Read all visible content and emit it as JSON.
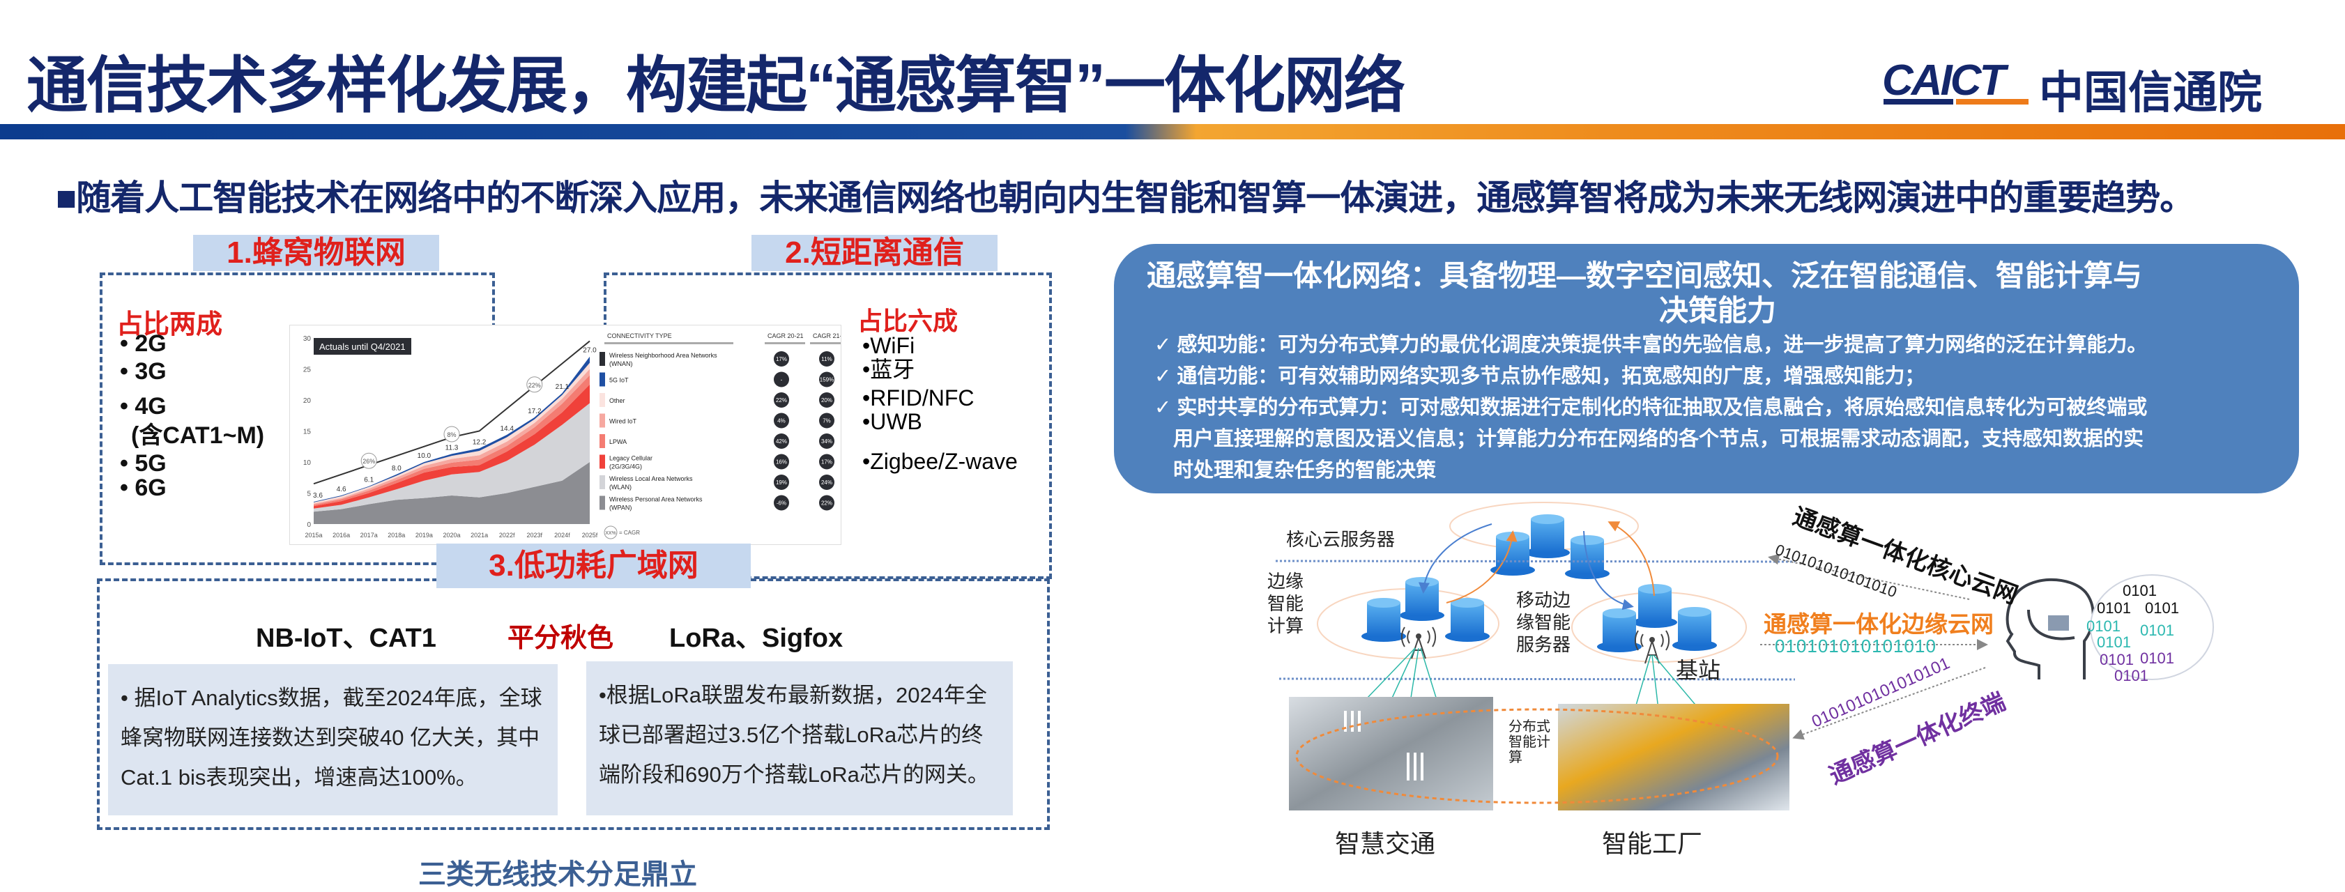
{
  "header": {
    "title": "通信技术多样化发展，构建起“通感算智”一体化网络",
    "logo_en": "CAICT",
    "logo_cn": "中国信通院",
    "lead": "■随着人工智能技术在网络中的不断深入应用，未来通信网络也朝向内生智能和智算一体演进，通感算智将成为未来无线网演进中的重要趋势。"
  },
  "left": {
    "cellular": {
      "tag": "1.蜂窝物联网",
      "share": "占比两成",
      "items": [
        "•   2G",
        "•    3G",
        "•    4G",
        "(含CAT1~M)",
        "•    5G",
        "• 6G"
      ]
    },
    "short_range": {
      "tag": "2.短距离通信",
      "share": "占比六成",
      "items": [
        "•WiFi",
        "•蓝牙",
        "•RFID/NFC",
        "•UWB",
        "•Zigbee/Z-wave"
      ]
    },
    "lpwan": {
      "tag": "3.低功耗广域网",
      "tech_left": "NB-IoT、CAT1",
      "tech_mid": "平分秋色",
      "tech_right": "LoRa、Sigfox",
      "note_left": "• 据IoT Analytics数据，截至2024年底，全球蜂窝物联网连接数达到突破40 亿大关，其中Cat.1 bis表现突出，增速高达100%。",
      "note_right": "•根据LoRa联盟发布最新数据，2024年全球已部署超过3.5亿个搭载LoRa芯片的终端阶段和690万个搭载LoRa芯片的网关。"
    },
    "footer": "三类无线技术分足鼎立"
  },
  "chart_data": {
    "type": "area",
    "stacked": true,
    "badge": "Actuals until Q4/2021",
    "categories": [
      "2015a",
      "2016a",
      "2017a",
      "2018a",
      "2019a",
      "2020a",
      "2021a",
      "2022f",
      "2023f",
      "2024f",
      "2025f"
    ],
    "totals": [
      3.6,
      4.6,
      6.1,
      8.0,
      10.0,
      11.3,
      12.2,
      14.4,
      17.2,
      21.1,
      27.0
    ],
    "total_labels": [
      "3.6",
      "4.6",
      "6.1",
      "8.0",
      "10.0",
      "11.3",
      "12.2",
      "14.4",
      "17.2",
      "21.1",
      "27.0"
    ],
    "cagr_markers": [
      "26%",
      "8%",
      "22%"
    ],
    "ylim": [
      0,
      30
    ],
    "yticks": [
      "0",
      "5",
      "10",
      "15",
      "20",
      "25",
      "30"
    ],
    "series": [
      {
        "name": "Wireless Personal Area Networks (WPAN)",
        "color": "#8c8d92",
        "values": [
          2.0,
          2.4,
          3.2,
          3.9,
          4.2,
          4.6,
          4.3,
          5.0,
          6.0,
          7.0,
          10.0
        ]
      },
      {
        "name": "Wireless Local Area Networks (WLAN)",
        "color": "#d3d4d8",
        "values": [
          0.5,
          0.7,
          1.1,
          1.7,
          2.8,
          3.4,
          4.1,
          5.2,
          6.8,
          9.0,
          9.5
        ]
      },
      {
        "name": "Legacy Cellular (2G/3G/4G)",
        "color": "#f0413a",
        "values": [
          0.4,
          0.6,
          0.7,
          1.0,
          1.3,
          1.2,
          1.1,
          1.5,
          1.7,
          2.0,
          3.0
        ]
      },
      {
        "name": "LPWA",
        "color": "#f47c72",
        "values": [
          0.2,
          0.3,
          0.4,
          0.5,
          0.6,
          0.7,
          0.9,
          0.9,
          1.1,
          1.4,
          1.5
        ]
      },
      {
        "name": "Wired IoT",
        "color": "#f6a8a0",
        "values": [
          0.2,
          0.2,
          0.3,
          0.4,
          0.5,
          0.6,
          0.7,
          0.7,
          0.7,
          0.8,
          1.0
        ]
      },
      {
        "name": "Other",
        "color": "#fbdcd6",
        "values": [
          0.2,
          0.3,
          0.3,
          0.3,
          0.4,
          0.5,
          0.7,
          0.7,
          0.6,
          0.6,
          1.0
        ]
      },
      {
        "name": "5G IoT",
        "color": "#1f4fa3",
        "values": [
          0.1,
          0.1,
          0.1,
          0.2,
          0.2,
          0.3,
          0.4,
          0.4,
          0.3,
          0.3,
          1.0
        ]
      }
    ],
    "table": {
      "headers": [
        "CONNECTIVITY TYPE",
        "CAGR 20-21",
        "CAGR 21-25"
      ],
      "rows": [
        {
          "type": "Wireless Neighborhood Area Networks (WNAN)",
          "color": "#2b2d33",
          "c1": "17%",
          "c2": "11%"
        },
        {
          "type": "5G IoT",
          "color": "#1f4fa3",
          "c1": "-",
          "c2": "159%"
        },
        {
          "type": "Other",
          "color": "#fbe3df",
          "c1": "22%",
          "c2": "20%"
        },
        {
          "type": "Wired IoT",
          "color": "#f6a8a0",
          "c1": "4%",
          "c2": "7%"
        },
        {
          "type": "LPWA",
          "color": "#f47c72",
          "c1": "42%",
          "c2": "34%"
        },
        {
          "type": "Legacy Cellular (2G/3G/4G)",
          "color": "#f0413a",
          "c1": "16%",
          "c2": "17%"
        },
        {
          "type": "Wireless Local Area Networks (WLAN)",
          "color": "#d3d4d8",
          "c1": "19%",
          "c2": "24%"
        },
        {
          "type": "Wireless Personal Area Networks (WPAN)",
          "color": "#8c8d92",
          "c1": "-6%",
          "c2": "22%"
        }
      ],
      "legend_key": "XX%",
      "legend_text": "= CAGR"
    }
  },
  "right": {
    "heading_1": "通感算智一体化网络：具备物理—数字空间感知、泛在智能通信、智能计算与",
    "heading_2": "决策能力",
    "bullets": [
      "✓ 感知功能：可为分布式算力的最优化调度决策提供丰富的先验信息，进一步提高了算力网络的泛在计算能力。",
      "✓ 通信功能：可有效辅助网络实现多节点协作感知，拓宽感知的广度，增强感知能力；",
      "✓ 实时共享的分布式算力：可对感知数据进行定制化的特征抽取及信息融合，将原始感知信息转化为可被终端或",
      "用户直接理解的意图及语义信息；计算能力分布在网络的各个节点，可根据需求动态调配，支持感知数据的实",
      "时处理和复杂任务的智能决策"
    ],
    "diagram": {
      "core_cloud": "核心云服务器",
      "edge_compute": [
        "边缘",
        "智能",
        "计算"
      ],
      "mobile_edge": [
        "移动边",
        "缘智能",
        "服务器"
      ],
      "base_station": "基站",
      "distributed": [
        "分布式",
        "智能计",
        "算"
      ],
      "traffic": "智慧交通",
      "factory": "智能工厂",
      "core_net": "通感算一体化核心云网",
      "edge_net": "通感算一体化边缘云网",
      "terminal": "通感算一体化终端",
      "bits_core": "010101010101010",
      "bits_edge": "010101010101010",
      "bits_terminal": "0101010101010101",
      "cloud_bits": [
        "0101",
        "0101",
        "0101",
        "0101",
        "0101",
        "0101",
        "0101",
        "0101",
        "0101"
      ],
      "colors": {
        "edge": "#f07f1e",
        "teal": "#2cb8b0",
        "purple": "#7030a0",
        "core": "#111111"
      }
    }
  }
}
